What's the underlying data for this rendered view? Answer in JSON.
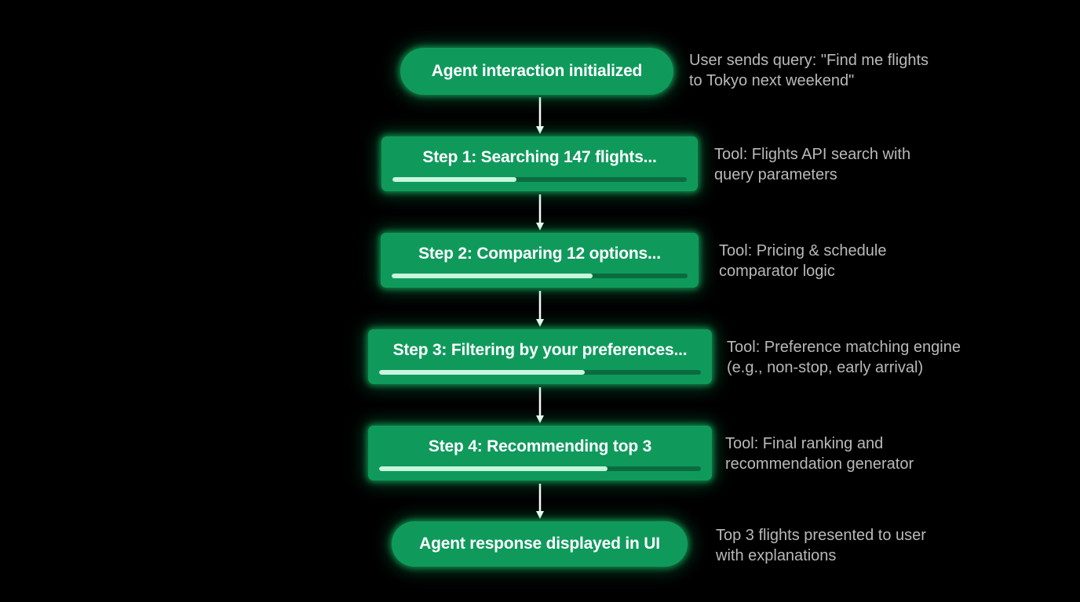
{
  "start": {
    "label": "Agent interaction initialized",
    "note_lines": [
      "User sends query: \"Find me flights",
      "to Tokyo next weekend\""
    ]
  },
  "steps": [
    {
      "label": "Step 1: Searching 147 flights...",
      "progress": 0.42,
      "note_lines": [
        "Tool: Flights API search with",
        "query parameters"
      ]
    },
    {
      "label": "Step 2: Comparing 12 options...",
      "progress": 0.68,
      "note_lines": [
        "Tool: Pricing & schedule",
        "comparator logic"
      ]
    },
    {
      "label": "Step 3: Filtering by your preferences...",
      "progress": 0.64,
      "note_lines": [
        "Tool: Preference matching engine",
        "(e.g., non-stop, early arrival)"
      ]
    },
    {
      "label": "Step 4: Recommending top 3",
      "progress": 0.71,
      "note_lines": [
        "Tool: Final ranking and",
        "recommendation generator"
      ]
    }
  ],
  "end": {
    "label": "Agent response displayed in UI",
    "note_lines": [
      "Top 3 flights presented to user",
      "with explanations"
    ]
  },
  "colors": {
    "background": "#000000",
    "node": "#0f9a5c",
    "glow": "#1edc78",
    "progress_track": "#0b6b40",
    "progress_fill": "#c9f5de",
    "note_text": "#b9b9b9",
    "arrow": "#ffffff"
  }
}
